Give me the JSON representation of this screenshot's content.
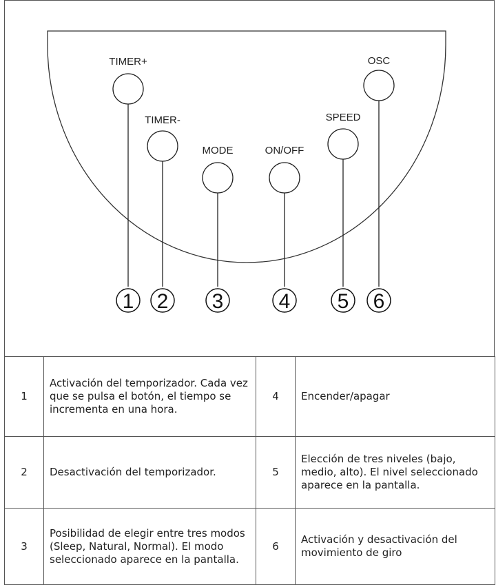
{
  "diagram": {
    "buttons": [
      {
        "label": "TIMER+",
        "number": "1"
      },
      {
        "label": "TIMER-",
        "number": "2"
      },
      {
        "label": "MODE",
        "number": "3"
      },
      {
        "label": "ON/OFF",
        "number": "4"
      },
      {
        "label": "SPEED",
        "number": "5"
      },
      {
        "label": "OSC",
        "number": "6"
      }
    ]
  },
  "legend": {
    "rows": [
      {
        "left_num": "1",
        "left_text": "Activación del temporizador. Cada vez que se pulsa el botón, el tiempo se incrementa en una hora.",
        "right_num": "4",
        "right_text": "Encender/apagar"
      },
      {
        "left_num": "2",
        "left_text": "Desactivación del temporizador.",
        "right_num": "5",
        "right_text": "Elección de tres niveles (bajo, medio, alto). El nivel seleccionado aparece en la pantalla."
      },
      {
        "left_num": "3",
        "left_text": "Posibilidad de elegir entre tres modos (Sleep, Natural, Normal). El modo seleccionado aparece en la pantalla.",
        "right_num": "6",
        "right_text": "Activación y desactivación del movimiento de giro"
      }
    ]
  }
}
